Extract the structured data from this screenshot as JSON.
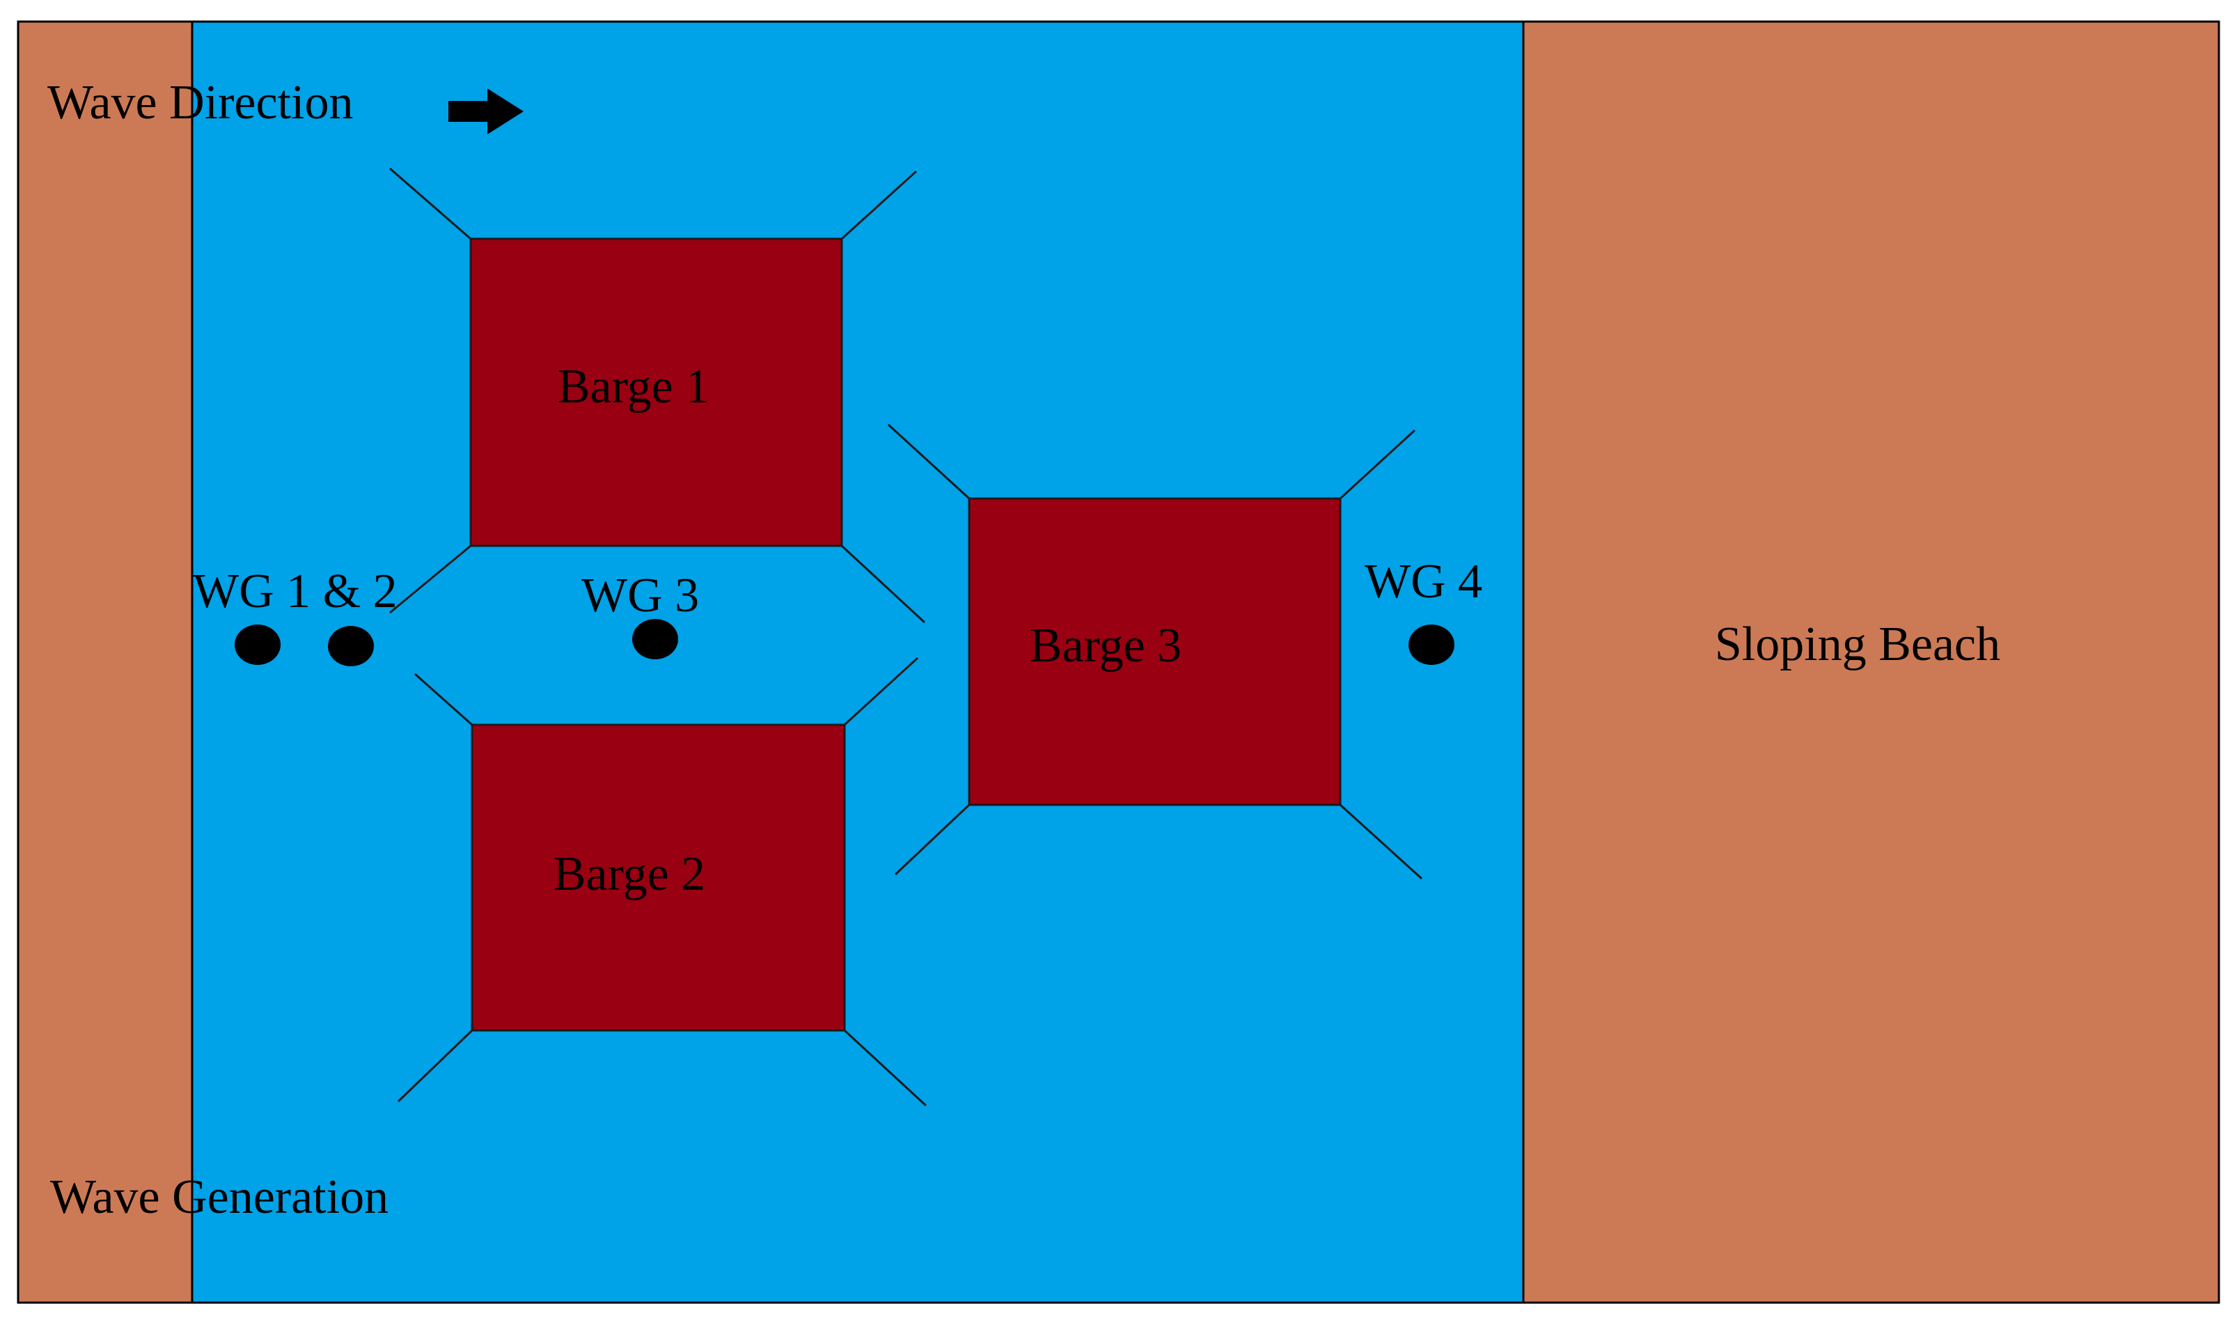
{
  "labels": {
    "wave_direction": "Wave Direction",
    "wave_generation": "Wave Generation",
    "sloping_beach": "Sloping Beach",
    "barge_1": "Barge 1",
    "barge_2": "Barge 2",
    "barge_3": "Barge 3",
    "wg_1_2": "WG 1 & 2",
    "wg_3": "WG 3",
    "wg_4": "WG 4"
  },
  "colors": {
    "generation_zone": "#CC7A55",
    "water": "#00A2E8",
    "beach": "#CC7A55",
    "barge": "#990011",
    "gauge": "#000000",
    "arrow": "#000000",
    "mooring_line": "#1a1a1a",
    "border": "#000000"
  },
  "icons": {
    "wave_direction": "right-arrow-icon",
    "wave_gauge": "filled-circle-icon"
  }
}
